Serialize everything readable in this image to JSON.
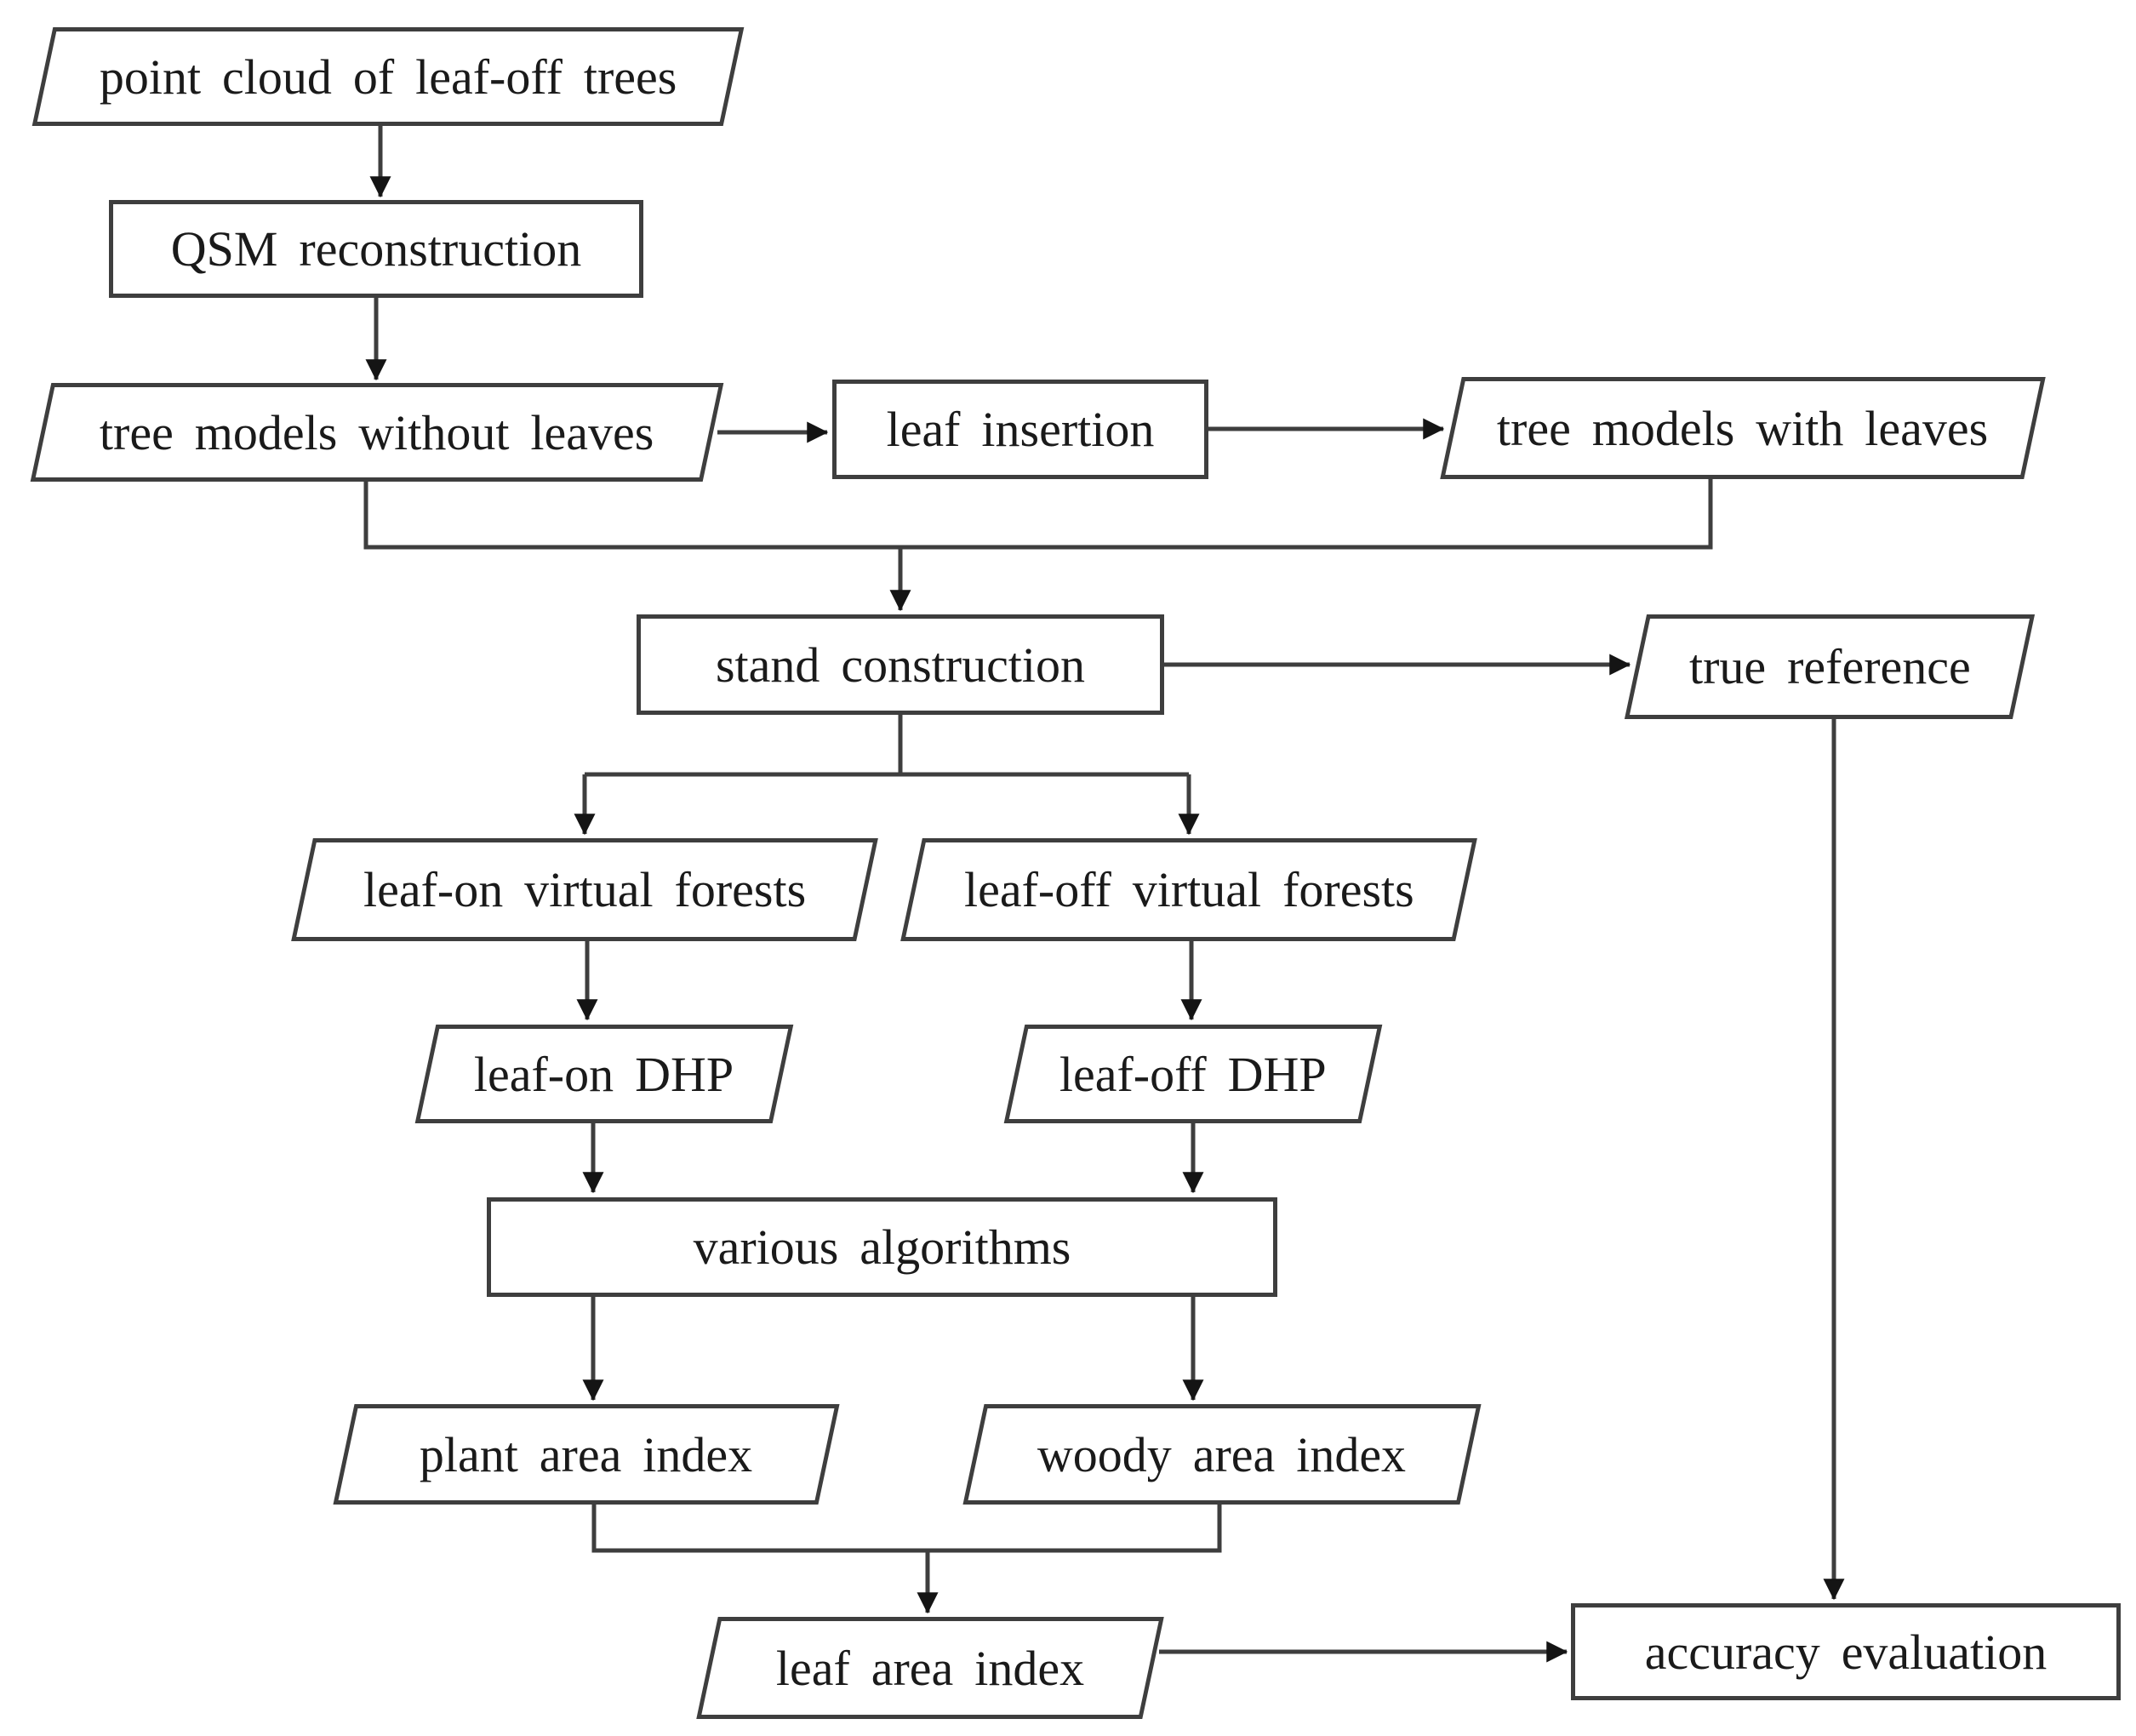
{
  "diagram": {
    "background_color": "#ffffff",
    "line_color": "#3e3e3e",
    "arrowhead_color": "#141414",
    "text_color": "#1a1a1a",
    "nodes": [
      {
        "id": "point-cloud-of-leaf-off-trees",
        "label": "point cloud of leaf-off trees",
        "shape": "parallelogram"
      },
      {
        "id": "qsm-reconstruction",
        "label": "QSM reconstruction",
        "shape": "rectangle"
      },
      {
        "id": "tree-models-without-leaves",
        "label": "tree models without leaves",
        "shape": "parallelogram"
      },
      {
        "id": "leaf-insertion",
        "label": "leaf insertion",
        "shape": "rectangle"
      },
      {
        "id": "tree-models-with-leaves",
        "label": "tree models with leaves",
        "shape": "parallelogram"
      },
      {
        "id": "stand-construction",
        "label": "stand construction",
        "shape": "rectangle"
      },
      {
        "id": "true-reference",
        "label": "true reference",
        "shape": "parallelogram"
      },
      {
        "id": "leaf-on-virtual-forests",
        "label": "leaf-on virtual forests",
        "shape": "parallelogram"
      },
      {
        "id": "leaf-off-virtual-forests",
        "label": "leaf-off virtual forests",
        "shape": "parallelogram"
      },
      {
        "id": "leaf-on-dhp",
        "label": "leaf-on DHP",
        "shape": "parallelogram"
      },
      {
        "id": "leaf-off-dhp",
        "label": "leaf-off DHP",
        "shape": "parallelogram"
      },
      {
        "id": "various-algorithms",
        "label": "various algorithms",
        "shape": "rectangle"
      },
      {
        "id": "plant-area-index",
        "label": "plant area index",
        "shape": "parallelogram"
      },
      {
        "id": "woody-area-index",
        "label": "woody area index",
        "shape": "parallelogram"
      },
      {
        "id": "leaf-area-index",
        "label": "leaf area index",
        "shape": "parallelogram"
      },
      {
        "id": "accuracy-evaluation",
        "label": "accuracy evaluation",
        "shape": "rectangle"
      }
    ],
    "edges": [
      {
        "from": "point-cloud-of-leaf-off-trees",
        "to": "qsm-reconstruction"
      },
      {
        "from": "qsm-reconstruction",
        "to": "tree-models-without-leaves"
      },
      {
        "from": "tree-models-without-leaves",
        "to": "leaf-insertion"
      },
      {
        "from": "leaf-insertion",
        "to": "tree-models-with-leaves"
      },
      {
        "from": "tree-models-without-leaves",
        "to": "stand-construction"
      },
      {
        "from": "tree-models-with-leaves",
        "to": "stand-construction"
      },
      {
        "from": "stand-construction",
        "to": "true-reference"
      },
      {
        "from": "stand-construction",
        "to": "leaf-on-virtual-forests"
      },
      {
        "from": "stand-construction",
        "to": "leaf-off-virtual-forests"
      },
      {
        "from": "leaf-on-virtual-forests",
        "to": "leaf-on-dhp"
      },
      {
        "from": "leaf-off-virtual-forests",
        "to": "leaf-off-dhp"
      },
      {
        "from": "leaf-on-dhp",
        "to": "various-algorithms"
      },
      {
        "from": "leaf-off-dhp",
        "to": "various-algorithms"
      },
      {
        "from": "various-algorithms",
        "to": "plant-area-index"
      },
      {
        "from": "various-algorithms",
        "to": "woody-area-index"
      },
      {
        "from": "plant-area-index",
        "to": "leaf-area-index"
      },
      {
        "from": "woody-area-index",
        "to": "leaf-area-index"
      },
      {
        "from": "leaf-area-index",
        "to": "accuracy-evaluation"
      },
      {
        "from": "true-reference",
        "to": "accuracy-evaluation"
      }
    ]
  }
}
